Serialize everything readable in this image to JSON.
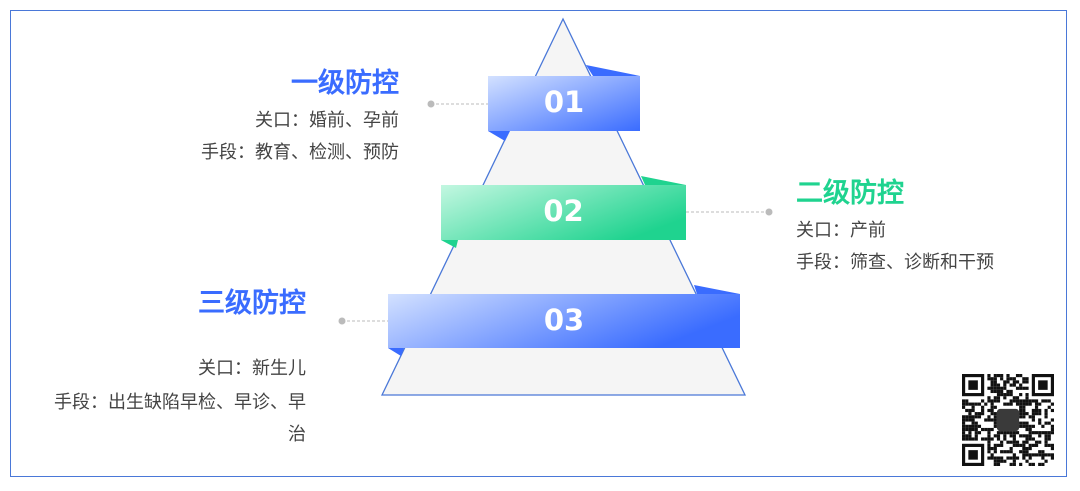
{
  "colors": {
    "blue": "#3a6cff",
    "green": "#1fd38f",
    "border": "#4a78d8"
  },
  "levels": [
    {
      "number": "01",
      "title": "一级防控",
      "line1": "关口：婚前、孕前",
      "line2": "手段：教育、检测、预防"
    },
    {
      "number": "02",
      "title": "二级防控",
      "line1": "关口：产前",
      "line2": "手段：筛查、诊断和干预"
    },
    {
      "number": "03",
      "title": "三级防控",
      "line1": "关口：新生儿",
      "line2": "手段：出生缺陷早检、早诊、早",
      "line3": "治"
    }
  ]
}
